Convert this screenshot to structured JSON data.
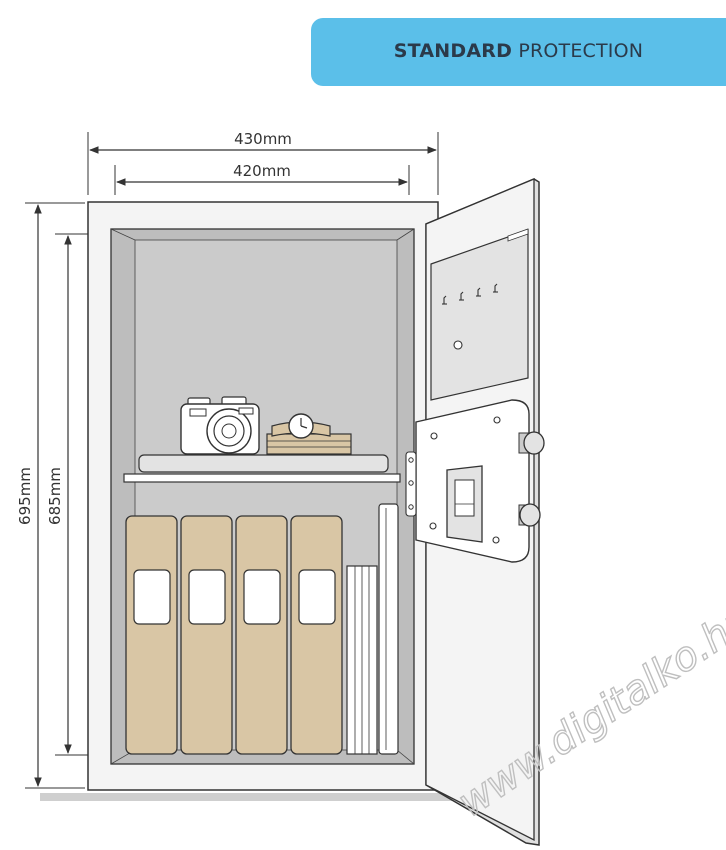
{
  "banner": {
    "bold": "STANDARD",
    "rest": "PROTECTION"
  },
  "dimensions": {
    "outer_width": "430mm",
    "inner_width": "420mm",
    "outer_height": "695mm",
    "inner_height": "685mm"
  },
  "watermark": "www.digitalko.hu",
  "colors": {
    "banner": "#5bbfe9",
    "cabinet": "#f4f4f4",
    "interior": "#c9c9c9",
    "binder": "#d9c6a5",
    "line": "#333333"
  }
}
